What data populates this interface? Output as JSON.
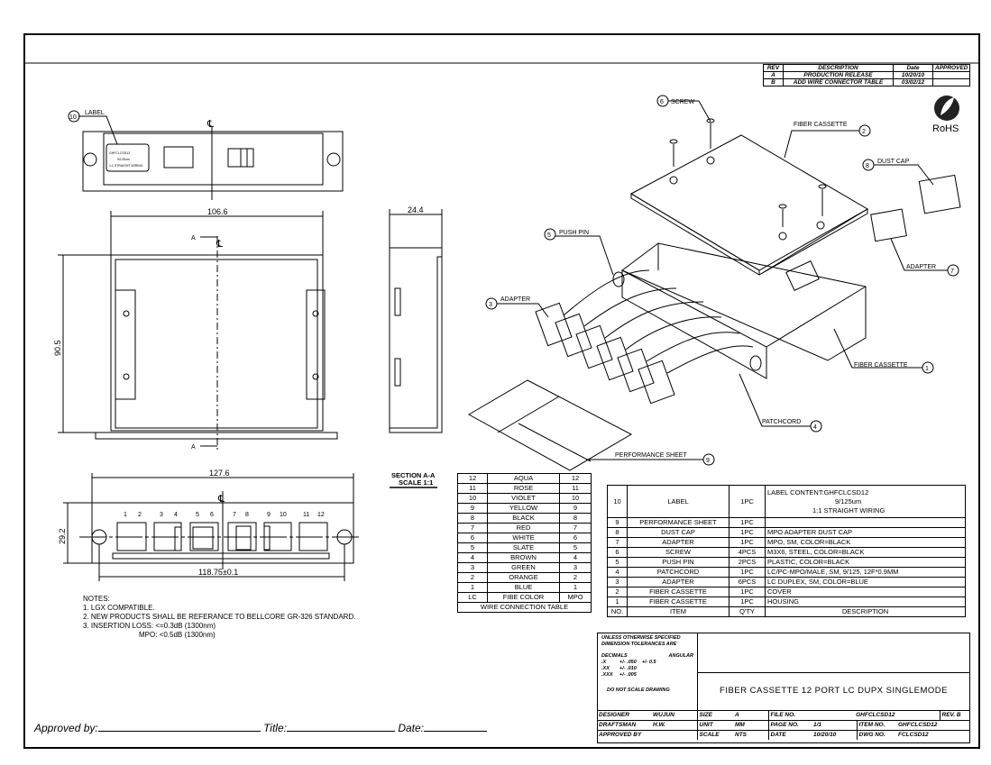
{
  "revisions": {
    "headers": [
      "REV",
      "DESCRIPTION",
      "Date",
      "APPROVED"
    ],
    "rows": [
      [
        "A",
        "PRODUCTION RELEASE",
        "10/20/10",
        ""
      ],
      [
        "B",
        "ADD WIRE CONNECTOR TABLE",
        "03/02/12",
        ""
      ]
    ]
  },
  "rohs": "RoHS",
  "dimensions": {
    "top_width": "106.6",
    "height": "90.5",
    "depth": "24.4",
    "front_width": "127.6",
    "front_height": "29.2",
    "hole_spacing": "118.75±0.1",
    "section_mark": "A",
    "centerline": "℄"
  },
  "section": {
    "title": "SECTION A-A",
    "scale": "SCALE 1:1"
  },
  "port_numbers": [
    "1",
    "2",
    "3",
    "4",
    "5",
    "6",
    "7",
    "8",
    "9",
    "10",
    "11",
    "12"
  ],
  "callouts": [
    {
      "num": "10",
      "label": "LABEL"
    },
    {
      "num": "6",
      "label": "SCREW"
    },
    {
      "num": "2",
      "label": "FIBER CASSETTE"
    },
    {
      "num": "8",
      "label": "DUST CAP"
    },
    {
      "num": "5",
      "label": "PUSH PIN"
    },
    {
      "num": "7",
      "label": "ADAPTER"
    },
    {
      "num": "3",
      "label": "ADAPTER"
    },
    {
      "num": "1",
      "label": "FIBER CASSETTE"
    },
    {
      "num": "4",
      "label": "PATCHCORD"
    },
    {
      "num": "9",
      "label": "PERFORMANCE SHEET"
    }
  ],
  "label_text": [
    "GHFCLCSD12",
    "9/125um",
    "1:1 STRAIGHT WIRING"
  ],
  "notes": [
    "NOTES:",
    "1. LGX COMPATIBLE.",
    "2. NEW PRODUCTS SHALL BE REFERANCE TO BELLCORE GR-326 STANDARD.",
    "3. INSERTION LOSS: <=0.3dB (1300nm)",
    "MPO: <0.5dB (1300nm)"
  ],
  "wire_table": {
    "rows": [
      [
        "12",
        "AQUA",
        "12"
      ],
      [
        "11",
        "ROSE",
        "11"
      ],
      [
        "10",
        "VIOLET",
        "10"
      ],
      [
        "9",
        "YELLOW",
        "9"
      ],
      [
        "8",
        "BLACK",
        "8"
      ],
      [
        "7",
        "RED",
        "7"
      ],
      [
        "6",
        "WHITE",
        "6"
      ],
      [
        "5",
        "SLATE",
        "5"
      ],
      [
        "4",
        "BROWN",
        "4"
      ],
      [
        "3",
        "GREEN",
        "3"
      ],
      [
        "2",
        "ORANGE",
        "2"
      ],
      [
        "1",
        "BLUE",
        "1"
      ]
    ],
    "headers": [
      "LC",
      "FIBE COLOR",
      "MPO"
    ],
    "title": "WIRE CONNECTION TABLE"
  },
  "bom": {
    "rows": [
      [
        "10",
        "LABEL",
        "1PC",
        "LABEL CONTENT:GHFCLCSD12",
        "9/125um",
        "1:1 STRAIGHT WIRING"
      ],
      [
        "9",
        "PERFORMANCE SHEET",
        "1PC",
        ""
      ],
      [
        "8",
        "DUST CAP",
        "1PC",
        "MPO ADAPTER DUST CAP"
      ],
      [
        "7",
        "ADAPTER",
        "1PC",
        "MPO, SM, COLOR=BLACK"
      ],
      [
        "6",
        "SCREW",
        "4PCS",
        "M3X6, STEEL, COLOR=BLACK"
      ],
      [
        "5",
        "PUSH PIN",
        "2PCS",
        "PLASTIC, COLOR=BLACK"
      ],
      [
        "4",
        "PATCHCORD",
        "1PC",
        "LC/PC-MPO/MALE, SM, 9/125, 12F*0.9MM"
      ],
      [
        "3",
        "ADAPTER",
        "6PCS",
        "LC DUPLEX, SM, COLOR=BLUE"
      ],
      [
        "2",
        "FIBER CASSETTE",
        "1PC",
        "COVER"
      ],
      [
        "1",
        "FIBER CASSETTE",
        "1PC",
        "HOUSING"
      ]
    ],
    "headers": [
      "NO.",
      "ITEM",
      "Q'TY",
      "DESCRIPTION"
    ]
  },
  "title_block": {
    "tolerance": [
      "UNLESS OTHERWISE SPECIFIED",
      "DIMENSION TOLERANCES ARE"
    ],
    "decimals": "DECIMALS",
    "angular": "ANGULAR",
    "x": ".X",
    "x_tol": "+/- .050",
    "ang_tol": "+/- 0.5",
    "xx": ".XX",
    "xx_tol": "+/- .010",
    "xxx": ".XXX",
    "xxx_tol": "+/- .005",
    "no_scale": "DO NOT SCALE DRAWING",
    "title": "FIBER CASSETTE 12 PORT LC DUPX SINGLEMODE",
    "designer_l": "DESIGNER",
    "designer": "WUJUN",
    "draftsman_l": "DRAFTSMAN",
    "draftsman": "H.W.",
    "approved_l": "APPROVED BY",
    "size_l": "SIZE",
    "size": "A",
    "unit_l": "UNIT",
    "unit": "MM",
    "scale_l": "SCALE",
    "scale": "NTS",
    "file_l": "FILE NO.",
    "file": "GHFCLCSD12",
    "rev_l": "REV.",
    "rev": "B",
    "page_l": "PAGE NO.",
    "page": "1/1",
    "item_l": "ITEM NO.",
    "item": "GHFCLCSD12",
    "date_l": "DATE",
    "date": "10/20/10",
    "dwg_l": "DWG NO.",
    "dwg": "FCLCSD12"
  },
  "footer": {
    "approved_by": "Approved by:",
    "title": "Title:",
    "date": "Date:"
  }
}
